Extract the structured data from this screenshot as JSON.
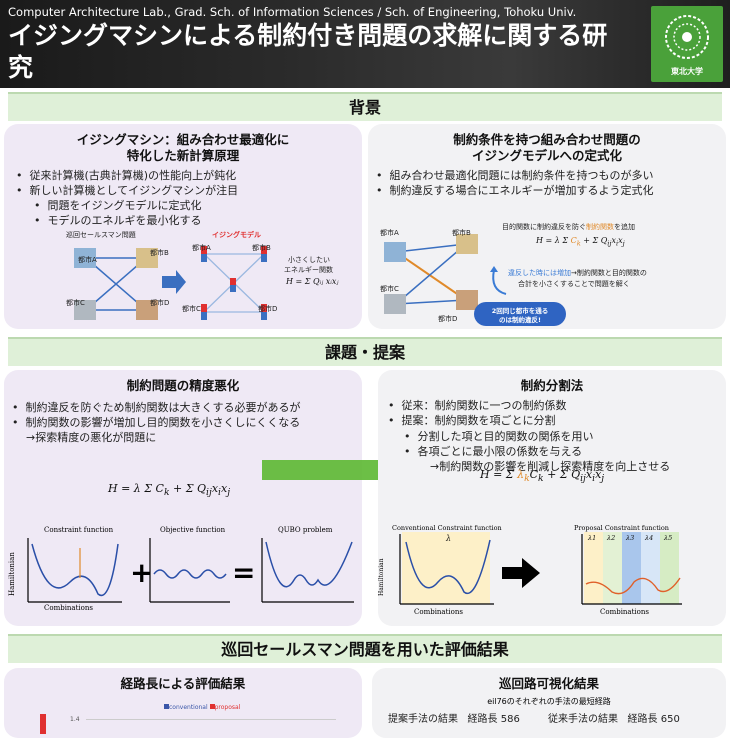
{
  "header": {
    "affiliation": "Computer Architecture Lab., Grad. Sch. of Information Sciences / Sch. of Engineering, Tohoku Univ.",
    "title": "イジングマシンによる制約付き問題の求解に関する研究",
    "logo_text": "東北大学"
  },
  "sections": {
    "background": "背景",
    "issues": "課題・提案",
    "results": "巡回セールスマン問題を用いた評価結果"
  },
  "bg_left": {
    "title_line1": "イジングマシン：組み合わせ最適化に",
    "title_line2": "特化した新計算原理",
    "bullets": [
      "従来計算機(古典計算機)の性能向上が鈍化",
      "新しい計算機としてイジングマシンが注目"
    ],
    "sub_bullets": [
      "問題をイジングモデルに定式化",
      "モデルのエネルギを最小化する"
    ],
    "tsp_label": "巡回セールスマン問題",
    "ising_label": "イジングモデル",
    "cities_left": [
      "都市A",
      "都市B",
      "都市C",
      "都市D"
    ],
    "cities_right": [
      "都市A",
      "都市B",
      "都市C",
      "都市D"
    ],
    "energy_label1": "小さくしたい",
    "energy_label2": "エネルギー関数",
    "energy_formula": "H = Σ Qᵢⱼ xᵢxⱼ"
  },
  "bg_right": {
    "title_line1": "制約条件を持つ組み合わせ問題の",
    "title_line2": "イジングモデルへの定式化",
    "bullets": [
      "組み合わせ最適化問題には制約条件を持つものが多い",
      "制約違反する場合にエネルギーが増加するよう定式化"
    ],
    "caption_pre": "目的関数に制約違反を防ぐ",
    "caption_highlight": "制約関数",
    "caption_post": "を追加",
    "cities": [
      "都市A",
      "都市B",
      "都市C",
      "都市D"
    ],
    "violation_pre": "違反した時には増加",
    "violation_post": "→制約関数と目的関数の",
    "violation_line2": "合計を小さくすることで問題を解く",
    "bubble_line1": "2回同じ都市を通る",
    "bubble_line2": "のは制約違反!"
  },
  "issue_left": {
    "title": "制約問題の精度悪化",
    "bullets": [
      "制約違反を防ぐため制約関数は大きくする必要があるが",
      "制約関数の影響が増加し目的関数を小さくしにくくなる"
    ],
    "continuation": "→探索精度の悪化が問題に",
    "graphs": [
      "Constraint function",
      "Objective function",
      "QUBO problem"
    ],
    "ylabel": "Hamiltonian",
    "xlabel": "Combinations"
  },
  "issue_right": {
    "title": "制約分割法",
    "bullets": [
      "従来：制約関数に一つの制約係数",
      "提案：制約関数を項ごとに分割"
    ],
    "sub_bullets": [
      "分割した項と目的関数の関係を用い",
      "各項ごとに最小限の係数を与える"
    ],
    "continuation": "→制約関数の影響を削減し探索精度を向上させる",
    "graph_left": "Conventional Constraint function",
    "graph_right": "Proposal Constraint function",
    "lambda": "λ",
    "lambdas": [
      "λ1",
      "λ2",
      "λ3",
      "λ4",
      "λ5"
    ],
    "ylabel": "Hamiltonian",
    "xlabel": "Combinations"
  },
  "results_left": {
    "title": "経路長による評価結果",
    "legend": [
      "conventional",
      "proposal"
    ],
    "ytick": "1.4"
  },
  "results_right": {
    "title": "巡回路可視化結果",
    "subtitle": "eil76のそれぞれの手法の最短経路",
    "proposal_label": "提案手法の結果",
    "proposal_len": "経路長 586",
    "conventional_label": "従来手法の結果",
    "conventional_len": "経路長 650"
  },
  "colors": {
    "band": "#dff0d8",
    "panel_lavender": "#efe9f5",
    "panel_gray": "#f2f2f4",
    "arrow_green": "#5cb832",
    "ising_red": "#e03030",
    "highlight_orange": "#e08a2a",
    "highlight_blue": "#3a7bd5",
    "logo_green": "#4aa13a"
  }
}
